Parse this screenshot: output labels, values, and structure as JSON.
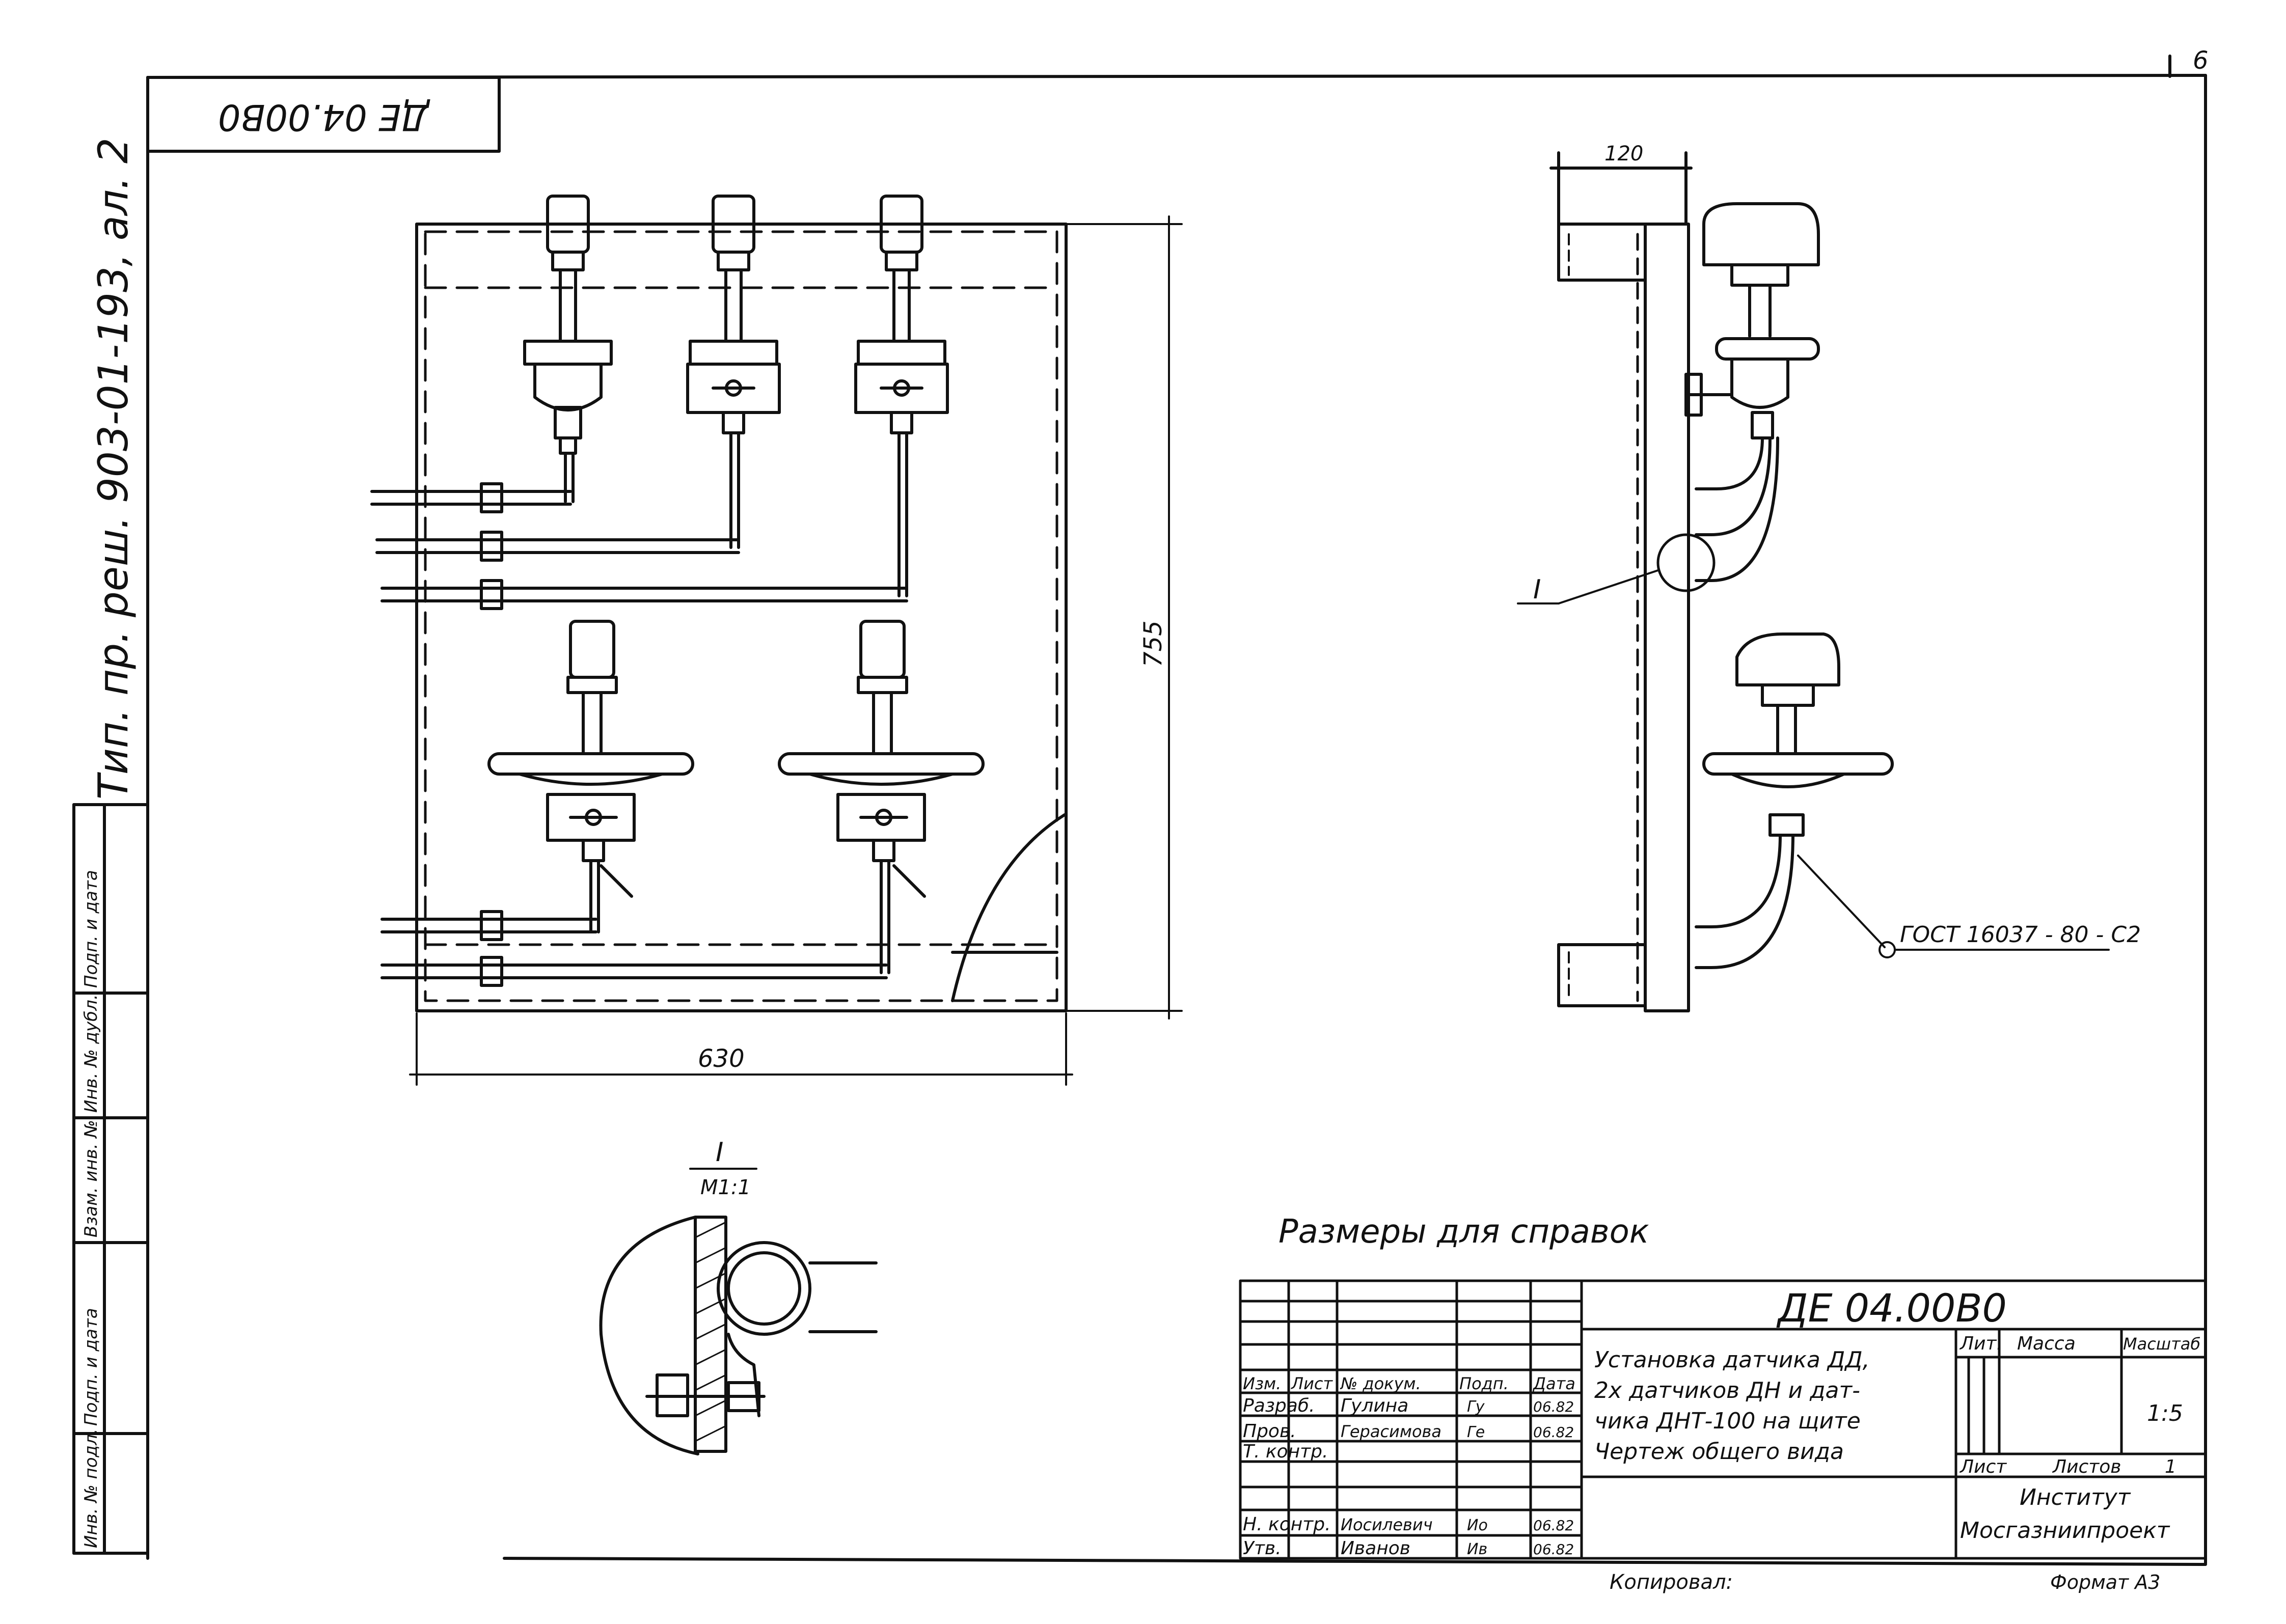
{
  "sheet_number": "6",
  "code_stamp_rotated": "ДЕ 04.00В0",
  "side_series_label": "Тип. пр. реш. 903-01-193, ал. 2",
  "side_columns": [
    "Инв. № подл.",
    "Подп. и дата",
    "Взам. инв. №",
    "Инв. № дубл.",
    "Подп. и дата"
  ],
  "front_view": {
    "width_dim": "630",
    "height_dim": "755"
  },
  "side_view": {
    "depth_dim": "120",
    "callout": "I",
    "gost_note": "ГОСТ 16037 - 80 - С2"
  },
  "detail": {
    "label": "I",
    "scale": "М1:1"
  },
  "note": "Размеры для справок",
  "title_block": {
    "doc_code": "ДЕ 04.00В0",
    "title_lines": [
      "Установка датчика ДД,",
      "2х датчиков ДН и дат-",
      "чика ДНТ-100 на щите",
      "Чертеж общего вида"
    ],
    "headers": {
      "izm": "Изм.",
      "list": "Лист",
      "doc": "№ докум.",
      "podp": "Подп.",
      "data": "Дата"
    },
    "rows": [
      {
        "role": "Разраб.",
        "name": "Гулина",
        "sign": "Гу",
        "date": "06.82"
      },
      {
        "role": "Пров.",
        "name": "Герасимова",
        "sign": "Ге",
        "date": "06.82"
      },
      {
        "role": "Т. контр.",
        "name": "",
        "sign": "",
        "date": ""
      },
      {
        "role": "Н. контр.",
        "name": "Иосилевич",
        "sign": "Ио",
        "date": "06.82"
      },
      {
        "role": "Утв.",
        "name": "Иванов",
        "sign": "Ив",
        "date": "06.82"
      }
    ],
    "lit_label": "Лит.",
    "mass_label": "Масса",
    "scale_label": "Масштаб",
    "scale_value": "1:5",
    "sheet_label": "Лист",
    "sheets_label": "Листов",
    "sheets_value": "1",
    "org_line1": "Институт",
    "org_line2": "Мосгазниипроект"
  },
  "copied_label": "Копировал:",
  "format_label": "Формат А3"
}
